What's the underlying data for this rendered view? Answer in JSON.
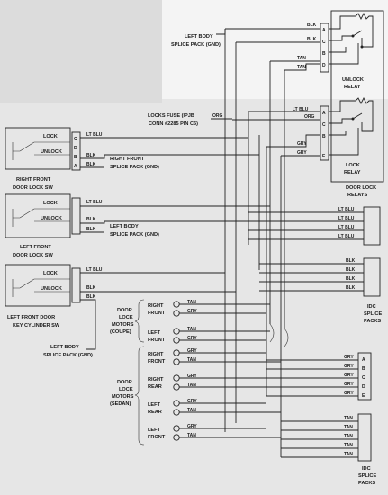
{
  "colors": {
    "background": "#e6e6e6",
    "line": "#222222",
    "panel": "#f4f4f4"
  },
  "relays": {
    "unlock_label": [
      "UNLOCK",
      "RELAY"
    ],
    "lock_label": [
      "LOCK",
      "RELAY"
    ],
    "group_label": [
      "DOOR LOCK",
      "RELAYS"
    ],
    "unlock_pins": [
      "A",
      "C",
      "B",
      "D"
    ],
    "lock_pins": [
      "A",
      "C",
      "B",
      "E"
    ],
    "unlock_wires": [
      "BLK",
      "BLK",
      "TAN",
      "TAN"
    ],
    "lock_wires": [
      "LT BLU",
      "ORG",
      "GRY",
      "GRY"
    ]
  },
  "left_body_splice_top": [
    "LEFT BODY",
    "SPLICE PACK (GND)"
  ],
  "locks_fuse": [
    "LOCKS FUSE (IPJB",
    "CONN #2285 PIN C6)"
  ],
  "locks_fuse_wire": "ORG",
  "rf_switch": {
    "lock": "LOCK",
    "unlock": "UNLOCK",
    "pins": [
      "C",
      "D",
      "B",
      "A"
    ],
    "wires": [
      "LT BLU",
      "",
      "BLK",
      "BLK"
    ],
    "label": [
      "RIGHT FRONT",
      "DOOR LOCK SW"
    ],
    "splice": [
      "RIGHT FRONT",
      "SPLICE PACK (GND)"
    ]
  },
  "lf_switch": {
    "lock": "LOCK",
    "unlock": "UNLOCK",
    "wires": [
      "LT BLU",
      "BLK",
      "BLK"
    ],
    "label": [
      "LEFT FRONT",
      "DOOR LOCK SW"
    ],
    "splice": [
      "LEFT BODY",
      "SPLICE PACK (GND)"
    ]
  },
  "key_cyl": {
    "lock": "LOCK",
    "unlock": "UNLOCK",
    "wires": [
      "LT BLU",
      "BLK",
      "BLK"
    ],
    "label": [
      "LEFT FRONT DOOR",
      "KEY CYLINDER SW"
    ],
    "splice": [
      "LEFT BODY",
      "SPLICE PACK (GND)"
    ]
  },
  "idc_top": {
    "labels": [
      "LT BLU",
      "LT BLU",
      "LT BLU",
      "LT BLU",
      "BLK",
      "BLK",
      "BLK",
      "BLK"
    ],
    "title": [
      "IDC",
      "SPLICE",
      "PACKS"
    ]
  },
  "idc_bottom": {
    "top_pins": [
      "A",
      "B",
      "C",
      "D",
      "E"
    ],
    "top_wires": [
      "GRY",
      "GRY",
      "GRY",
      "GRY",
      "GRY"
    ],
    "bottom_wires": [
      "TAN",
      "TAN",
      "TAN",
      "TAN",
      "TAN"
    ],
    "title": [
      "IDC",
      "SPLICE",
      "PACKS"
    ]
  },
  "motors": {
    "coupe_label": [
      "DOOR",
      "LOCK",
      "MOTORS",
      "(COUPE)"
    ],
    "sedan_label": [
      "DOOR",
      "LOCK",
      "MOTORS",
      "(SEDAN)"
    ],
    "items": [
      {
        "name": [
          "RIGHT",
          "FRONT"
        ],
        "w1": "TAN",
        "w2": "GRY"
      },
      {
        "name": [
          "LEFT",
          "FRONT"
        ],
        "w1": "TAN",
        "w2": "GRY"
      },
      {
        "name": [
          "RIGHT",
          "FRONT"
        ],
        "w1": "GRY",
        "w2": "TAN"
      },
      {
        "name": [
          "RIGHT",
          "REAR"
        ],
        "w1": "GRY",
        "w2": "TAN"
      },
      {
        "name": [
          "LEFT",
          "REAR"
        ],
        "w1": "GRY",
        "w2": "TAN"
      },
      {
        "name": [
          "LEFT",
          "FRONT"
        ],
        "w1": "GRY",
        "w2": "TAN"
      }
    ]
  }
}
